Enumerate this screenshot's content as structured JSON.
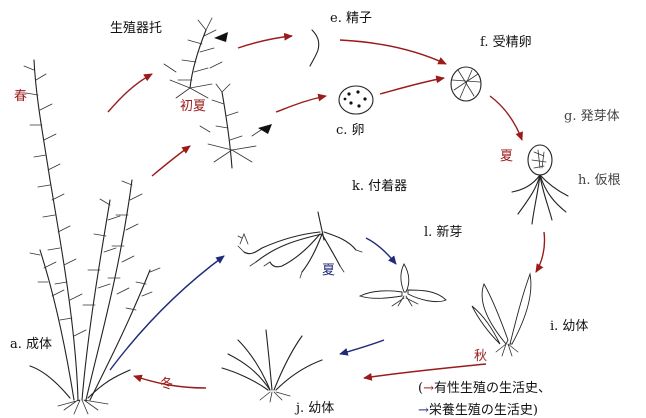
{
  "colors": {
    "sexual": "#9b1b1b",
    "vegetative": "#1f2a7a",
    "text": "#111111",
    "label_gray": "#444444"
  },
  "seasons": {
    "spring": "春",
    "early_summer": "初夏",
    "summer_1": "夏",
    "summer_2": "夏",
    "autumn": "秋",
    "winter": "冬"
  },
  "labels": {
    "receptacle": "生殖器托",
    "sperm": "e. 精子",
    "egg": "c. 卵",
    "fertilized_egg": "f. 受精卵",
    "germling": "g. 発芽体",
    "rhizoid": "h. 仮根",
    "juvenile_i": "i. 幼体",
    "juvenile_j": "j. 幼体",
    "holdfast": "k. 付着器",
    "new_bud": "l. 新芽",
    "adult": "a. 成体"
  },
  "legend": {
    "open_paren": "(",
    "sexual_arrow": "→",
    "sexual_text": "有性生殖の生活史、",
    "vegetative_arrow": "→",
    "vegetative_text": "栄養生殖の生活史)"
  }
}
